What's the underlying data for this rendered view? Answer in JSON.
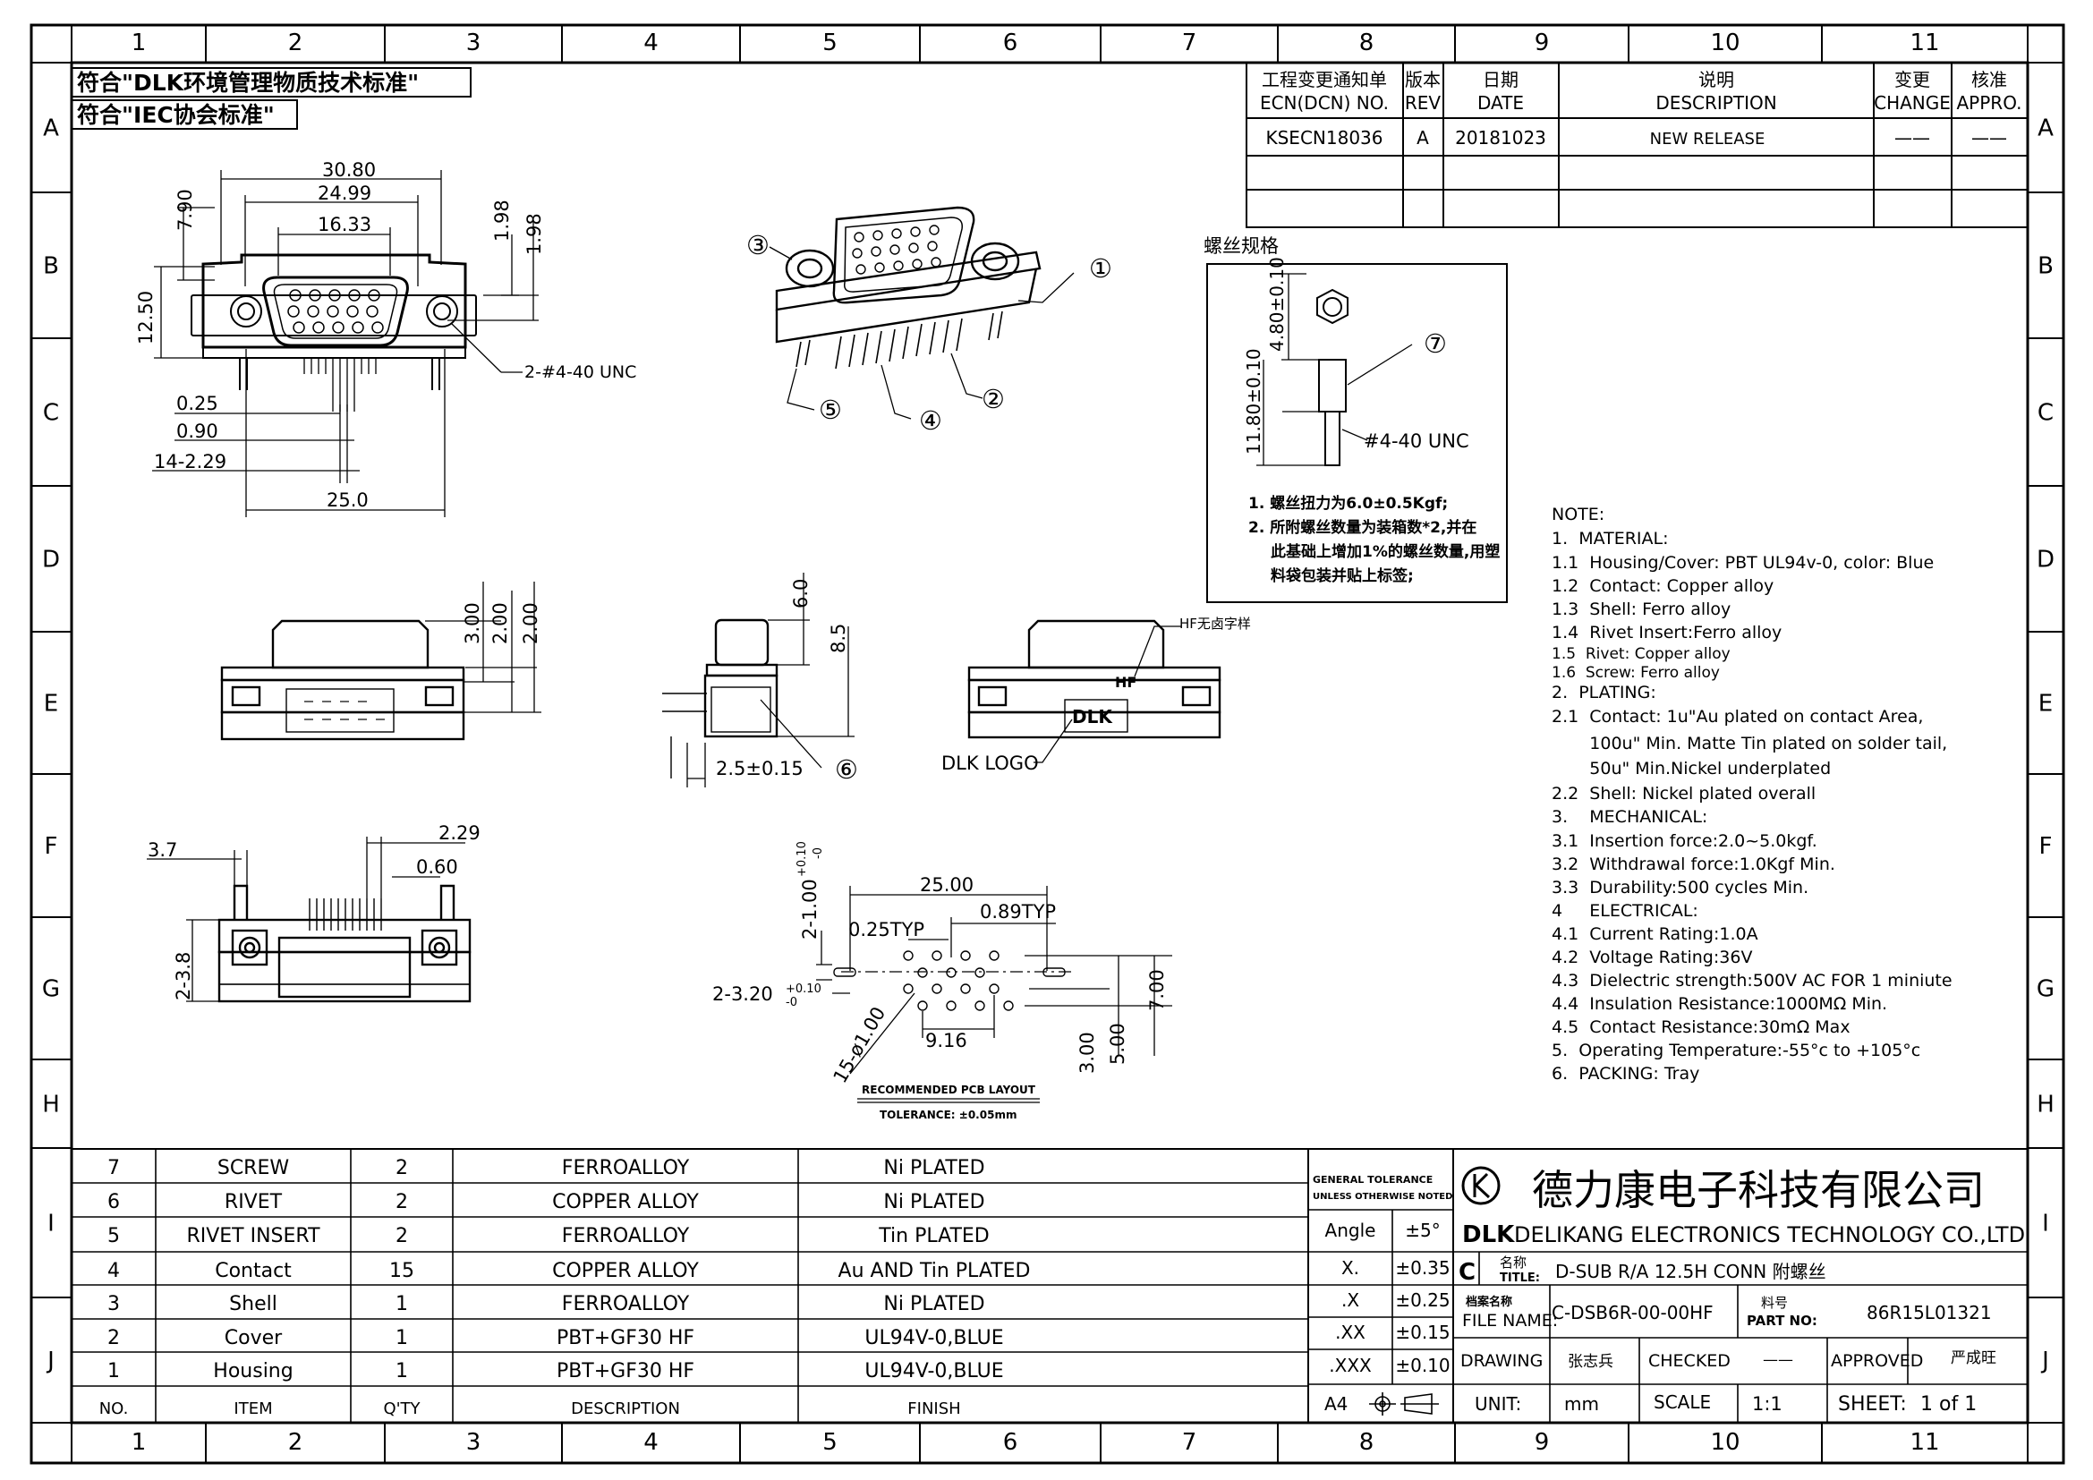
{
  "frame": {
    "columns": [
      "1",
      "2",
      "3",
      "4",
      "5",
      "6",
      "7",
      "8",
      "9",
      "10",
      "11"
    ],
    "rows": [
      "A",
      "B",
      "C",
      "D",
      "E",
      "F",
      "G",
      "H",
      "I",
      "J"
    ]
  },
  "compliance": {
    "dlk_std": "符合\"DLK环境管理物质技术标准\"",
    "iec_std": "符合\"IEC协会标准\""
  },
  "revision": {
    "headers": {
      "ecn_cn": "工程变更通知单",
      "ecn_en": "ECN(DCN) NO.",
      "rev_cn": "版本",
      "rev_en": "REV",
      "date_cn": "日期",
      "date_en": "DATE",
      "desc_cn": "说明",
      "desc_en": "DESCRIPTION",
      "change_cn": "变更",
      "change_en": "CHANGE",
      "appro_cn": "核准",
      "appro_en": "APPRO."
    },
    "row": {
      "ecn": "KSECN18036",
      "rev": "A",
      "date": "20181023",
      "desc": "NEW RELEASE",
      "change": "——",
      "appro": "——"
    }
  },
  "dims": {
    "top": [
      "30.80",
      "24.99",
      "16.33",
      "7.90",
      "12.50",
      "1.98",
      "1.98",
      "2-#4-40 UNC",
      "0.25",
      "0.90",
      "14-2.29",
      "25.0"
    ],
    "side": [
      "3.00",
      "2.00",
      "2.00",
      "6.0",
      "8.5",
      "2.5±0.15",
      "HF无卤字样",
      "DLK LOGO",
      "DLK",
      "HF"
    ],
    "front": [
      "3.7",
      "2.29",
      "0.60",
      "2-3.8"
    ],
    "pcb": [
      "25.00",
      "0.89TYP",
      "0.25TYP",
      "2-1.00",
      "+0.10",
      "-0",
      "2-3.20",
      "+0.10",
      "-0",
      "15-ø1.00",
      "9.16",
      "7.00",
      "3.00",
      "5.00"
    ],
    "pcb_caption": "RECOMMENDED PCB LAYOUT",
    "pcb_tolerance": "TOLERANCE: ±0.05mm"
  },
  "screw_spec": {
    "title": "螺丝规格",
    "dim1": "4.80±0.10",
    "dim2": "11.80±0.10",
    "thread": "#4-40 UNC",
    "notes": [
      "1. 螺丝扭力为6.0±0.5Kgf;",
      "2. 所附螺丝数量为装箱数*2,并在",
      "此基础上增加1%的螺丝数量,用塑",
      "料袋包装并贴上标签;"
    ]
  },
  "callouts": [
    "①",
    "②",
    "③",
    "④",
    "⑤",
    "⑥",
    "⑦"
  ],
  "notes": [
    "NOTE:",
    "1.  MATERIAL:",
    "1.1  Housing/Cover: PBT UL94v-0, color: Blue",
    "1.2  Contact: Copper alloy",
    "1.3  Shell: Ferro alloy",
    "1.4  Rivet Insert:Ferro alloy",
    "1.5  Rivet: Copper alloy",
    "1.6  Screw: Ferro alloy",
    "2.  PLATING:",
    "2.1  Contact: 1u\"Au plated on contact Area,",
    "       100u\" Min. Matte Tin plated on solder tail,",
    "       50u\" Min.Nickel underplated",
    "2.2  Shell: Nickel plated overall",
    "3.    MECHANICAL:",
    "3.1  Insertion force:2.0~5.0kgf.",
    "3.2  Withdrawal force:1.0Kgf Min.",
    "3.3  Durability:500 cycles Min.",
    "4     ELECTRICAL:",
    "4.1  Current Rating:1.0A",
    "4.2  Voltage Rating:36V",
    "4.3  Dielectric strength:500V AC FOR 1 miniute",
    "4.4  Insulation Resistance:1000MΩ Min.",
    "4.5  Contact Resistance:30mΩ Max",
    "5.  Operating Temperature:-55°c to +105°c",
    "6.  PACKING: Tray"
  ],
  "bom": {
    "header": {
      "no": "NO.",
      "item": "ITEM",
      "qty": "Q'TY",
      "desc": "DESCRIPTION",
      "finish": "FINISH"
    },
    "rows": [
      {
        "no": "7",
        "item": "SCREW",
        "qty": "2",
        "desc": "FERROALLOY",
        "finish": "Ni PLATED"
      },
      {
        "no": "6",
        "item": "RIVET",
        "qty": "2",
        "desc": "COPPER ALLOY",
        "finish": "Ni PLATED"
      },
      {
        "no": "5",
        "item": "RIVET INSERT",
        "qty": "2",
        "desc": "FERROALLOY",
        "finish": "Tin PLATED"
      },
      {
        "no": "4",
        "item": "Contact",
        "qty": "15",
        "desc": "COPPER ALLOY",
        "finish": "Au AND Tin PLATED"
      },
      {
        "no": "3",
        "item": "Shell",
        "qty": "1",
        "desc": "FERROALLOY",
        "finish": "Ni PLATED"
      },
      {
        "no": "2",
        "item": "Cover",
        "qty": "1",
        "desc": "PBT+GF30    HF",
        "finish": "UL94V-0,BLUE"
      },
      {
        "no": "1",
        "item": "Housing",
        "qty": "1",
        "desc": "PBT+GF30    HF",
        "finish": "UL94V-0,BLUE"
      }
    ]
  },
  "tolerance": {
    "title1": "GENERAL TOLERANCE",
    "title2": "UNLESS OTHERWISE NOTED",
    "rows": [
      {
        "k": "Angle",
        "v": "±5°"
      },
      {
        "k": "X.",
        "v": "±0.35"
      },
      {
        "k": ".X",
        "v": "±0.25"
      },
      {
        "k": ".XX",
        "v": "±0.15"
      },
      {
        "k": ".XXX",
        "v": "±0.10"
      }
    ],
    "sheet_size": "A4"
  },
  "title_block": {
    "company_cn": "德力康电子科技有限公司",
    "logo": "DLK",
    "company_en": "DELIKANG ELECTRONICS TECHNOLOGY CO.,LTD",
    "size_code": "C",
    "title_label_cn": "名称",
    "title_label_en": "TITLE:",
    "title": "D-SUB R/A 12.5H CONN 附螺丝",
    "file_label_cn": "档案名称",
    "file_label_en": "FILE NAME:",
    "file_name": "C-DSB6R-00-00HF",
    "part_label_cn": "料号",
    "part_label_en": "PART NO:",
    "part_no": "86R15L01321",
    "drawing_label": "DRAWING",
    "drawing_by": "张志兵",
    "checked_label": "CHECKED",
    "checked_by": "——",
    "approved_label": "APPROVED",
    "approved_by": "严成旺",
    "unit_label": "UNIT:",
    "unit": "mm",
    "scale_label": "SCALE",
    "scale": "1:1",
    "sheet_label": "SHEET:",
    "sheet": "1  of  1"
  }
}
